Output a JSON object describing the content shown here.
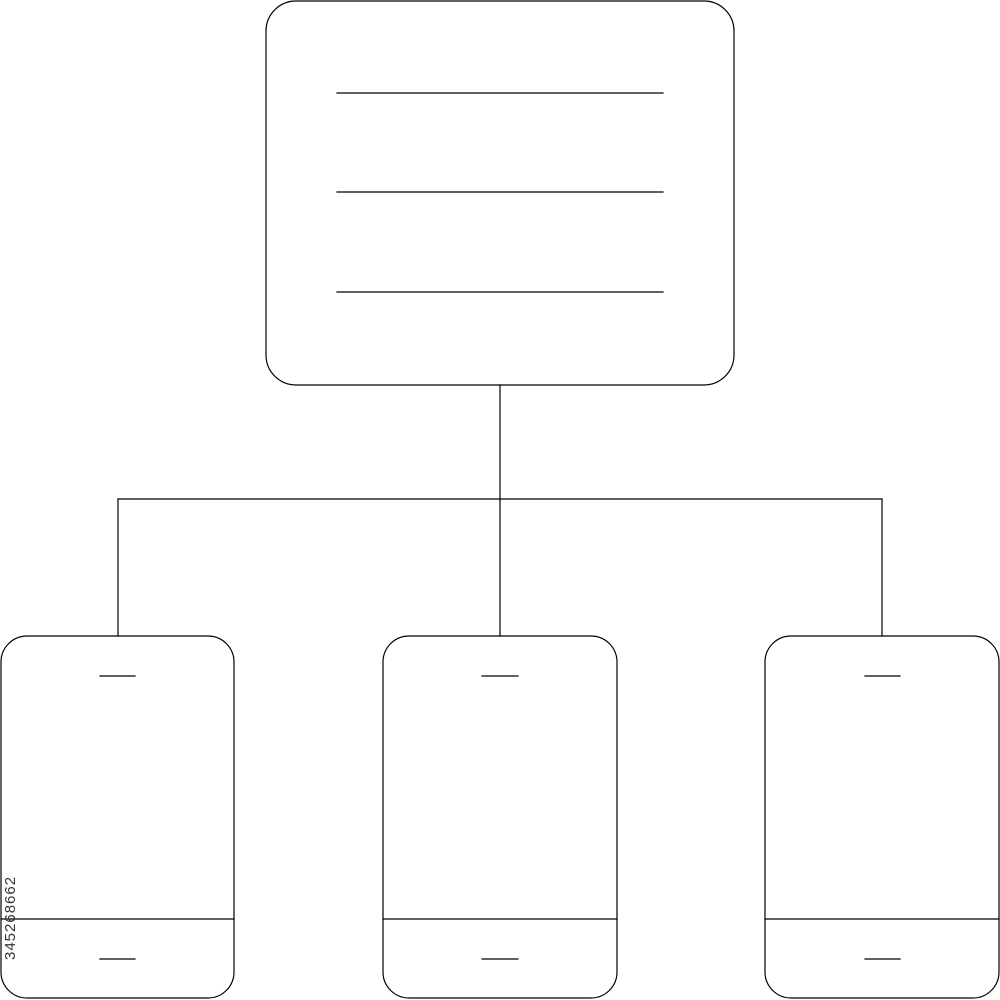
{
  "diagram": {
    "type": "hierarchy",
    "root": {
      "kind": "document-panel",
      "line_count": 3
    },
    "children": [
      {
        "kind": "smartphone"
      },
      {
        "kind": "smartphone"
      },
      {
        "kind": "smartphone"
      }
    ],
    "colors": {
      "stroke": "#000000",
      "background": "#ffffff"
    }
  },
  "watermark": {
    "stock_id": "345268662"
  }
}
